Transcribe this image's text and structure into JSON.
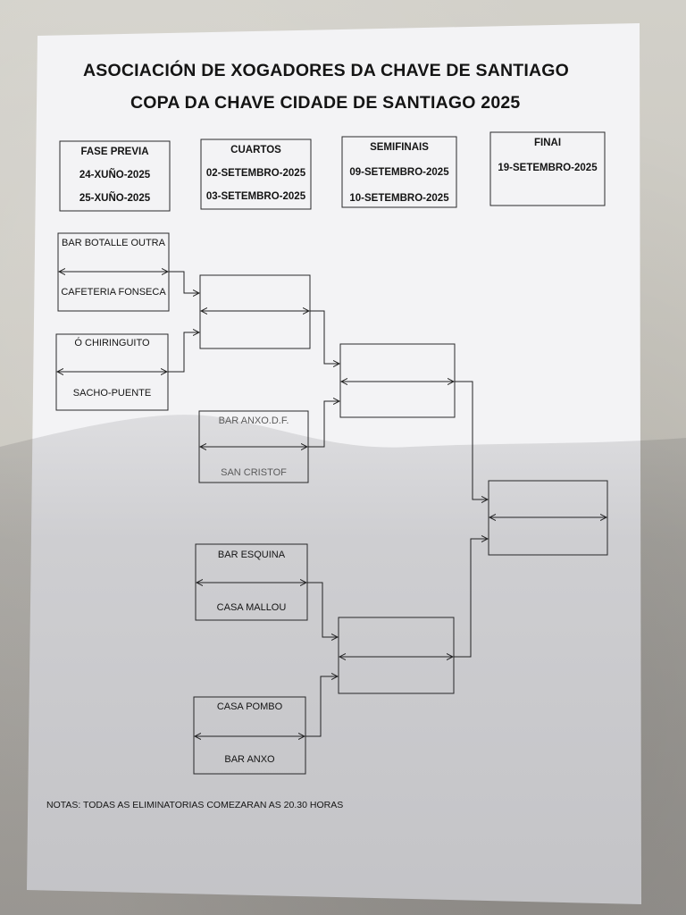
{
  "title_line_1": "ASOCIACIÓN  DE XOGADORES DA CHAVE DE SANTIAGO",
  "title_line_2": "COPA DA CHAVE CIDADE DE SANTIAGO 2025",
  "rounds": [
    {
      "name": "FASE PREVIA",
      "dates": [
        "24-XUÑO-2025",
        "25-XUÑO-2025"
      ]
    },
    {
      "name": "CUARTOS",
      "dates": [
        "02-SETEMBRO-2025",
        "03-SETEMBRO-2025"
      ]
    },
    {
      "name": "SEMIFINAIS",
      "dates": [
        "09-SETEMBRO-2025",
        "10-SETEMBRO-2025"
      ]
    },
    {
      "name": "FINAI",
      "dates": [
        "19-SETEMBRO-2025"
      ]
    }
  ],
  "matches": [
    {
      "team_a": "BAR BOTALLE OUTRA",
      "team_b": "CAFETERIA FONSECA"
    },
    {
      "team_a": "Ó CHIRINGUITO",
      "team_b": "SACHO-PUENTE"
    },
    {
      "team_a": "BAR ANXO.D.F.",
      "team_b": "SAN CRISTOF"
    },
    {
      "team_a": "BAR ESQUINA",
      "team_b": "CASA MALLOU"
    },
    {
      "team_a": "CASA POMBO",
      "team_b": "BAR ANXO"
    }
  ],
  "notes": "NOTAS: TODAS AS ELIMINATORIAS COMEZARAN AS 20.30 HORAS",
  "colors": {
    "paper": "#f4f4f6",
    "ink": "#141414",
    "background": "#c8c5bd"
  }
}
